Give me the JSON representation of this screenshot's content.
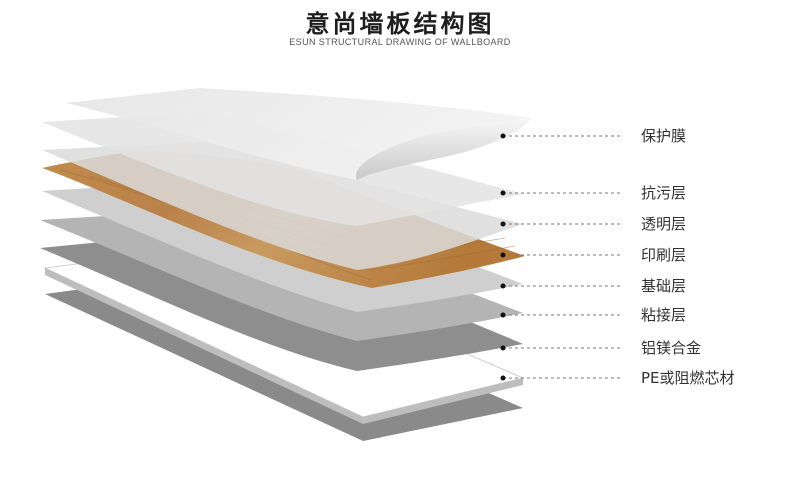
{
  "title": "意尚墙板结构图",
  "subtitle": "ESUN STRUCTURAL DRAWING OF WALLBOARD",
  "layers": [
    {
      "label": "保护膜"
    },
    {
      "label": "抗污层"
    },
    {
      "label": "透明层"
    },
    {
      "label": "印刷层"
    },
    {
      "label": "基础层"
    },
    {
      "label": "粘接层"
    },
    {
      "label": "铝镁合金"
    },
    {
      "label": "PE或阻燃芯材"
    }
  ]
}
